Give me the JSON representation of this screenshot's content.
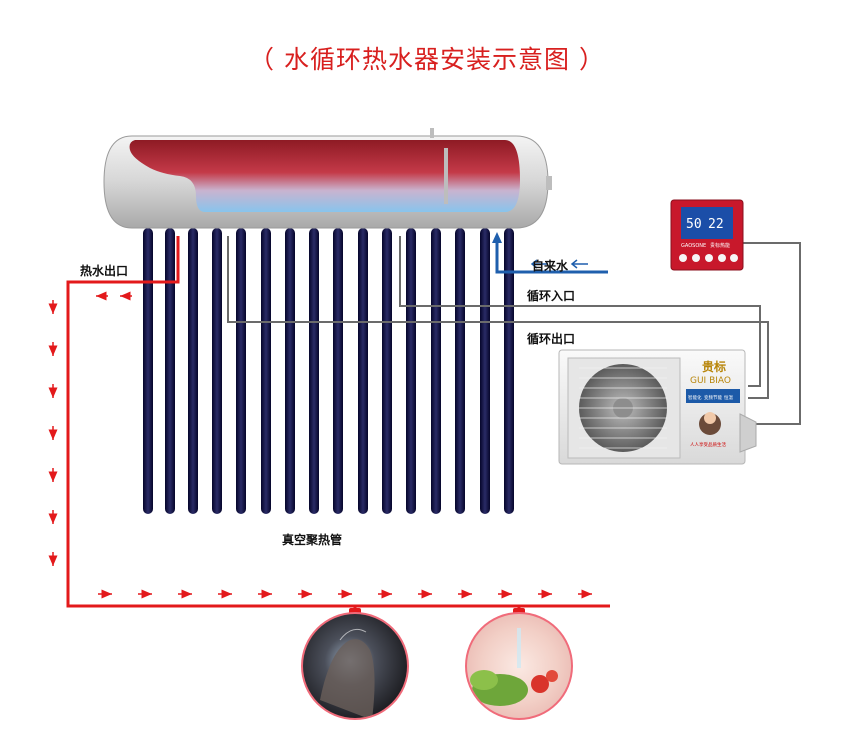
{
  "title": "（ 水循环热水器安装示意图 ）",
  "labels": {
    "hot_water_outlet": "热水出口",
    "tap_water": "自来水",
    "loop_inlet": "循环入口",
    "loop_outlet": "循环出口",
    "vacuum_tubes": "真空聚热管"
  },
  "controller": {
    "display_left": "50",
    "display_right": "22",
    "brand": "GAOSONE",
    "brand_cn": "贵标热能"
  },
  "heat_pump": {
    "brand_cn": "贵标",
    "brand_pinyin": "GUI BIAO",
    "badge_labels": [
      "智能化",
      "变频节能",
      "恒温"
    ],
    "tagline": "人人享受品质生活"
  },
  "colors": {
    "hot_line": "#e3191b",
    "cold_line": "#1f5fad",
    "tube": "#12133a",
    "controller": "#c8182b"
  }
}
